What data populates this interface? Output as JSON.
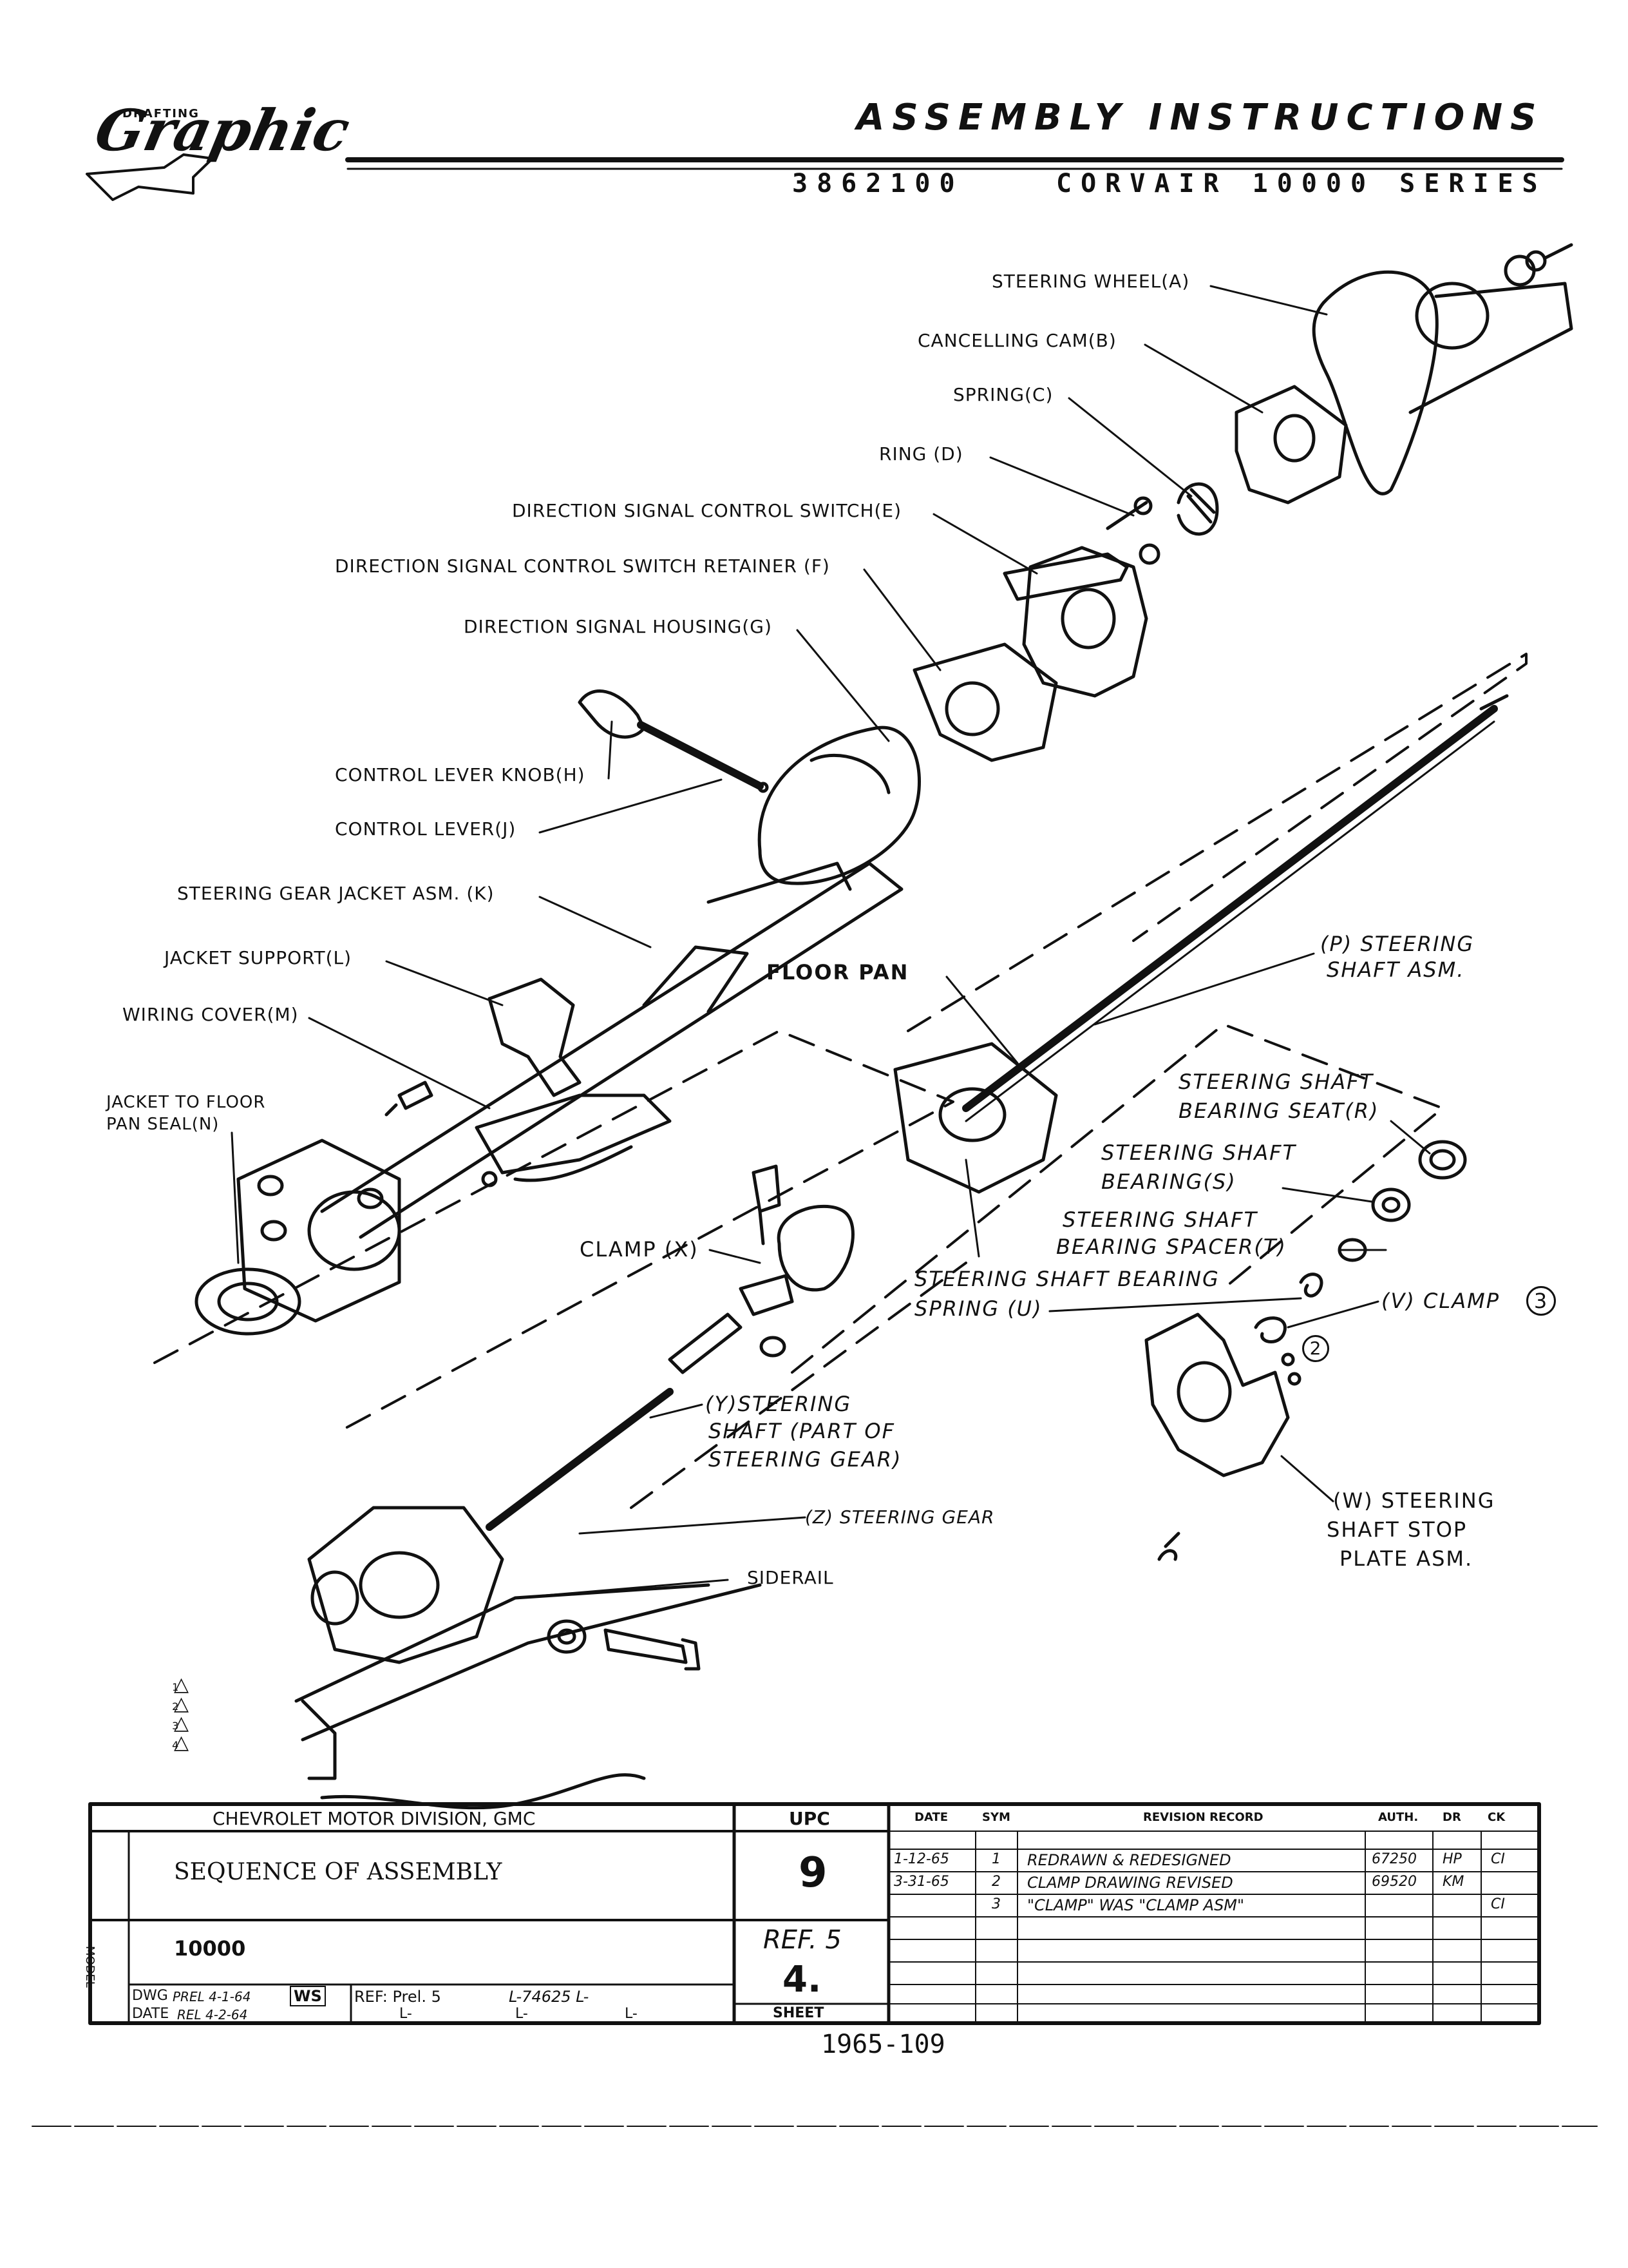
{
  "header": {
    "logo_small": "DRAFTING",
    "logo_word": "Graphic",
    "title": "ASSEMBLY INSTRUCTIONS",
    "part_number": "3862100",
    "series": "CORVAIR 10000 SERIES"
  },
  "labels": {
    "A": "STEERING WHEEL(A)",
    "B": "CANCELLING CAM(B)",
    "C": "SPRING(C)",
    "D": "RING (D)",
    "E": "DIRECTION SIGNAL CONTROL SWITCH(E)",
    "F": "DIRECTION SIGNAL CONTROL SWITCH RETAINER (F)",
    "G": "DIRECTION SIGNAL HOUSING(G)",
    "H": "CONTROL LEVER KNOB(H)",
    "J": "CONTROL LEVER(J)",
    "K": "STEERING GEAR JACKET ASM. (K)",
    "L": "JACKET SUPPORT(L)",
    "M": "WIRING COVER(M)",
    "N1": "JACKET TO FLOOR",
    "N2": "PAN SEAL(N)",
    "floor_pan": "FLOOR PAN",
    "P1": "(P) STEERING",
    "P2": "SHAFT ASM.",
    "R1": "STEERING SHAFT",
    "R2": "BEARING SEAT(R)",
    "S1": "STEERING SHAFT",
    "S2": "BEARING(S)",
    "T1": "STEERING SHAFT",
    "T2": "BEARING SPACER(T)",
    "U1": "STEERING SHAFT BEARING",
    "U2": "SPRING (U)",
    "V": "(V) CLAMP",
    "circle3": "3",
    "circle2": "2",
    "X": "CLAMP (X)",
    "Y1": "(Y)STEERING",
    "Y2": "SHAFT (PART OF",
    "Y3": "STEERING GEAR)",
    "Z": "(Z) STEERING GEAR",
    "siderail": "SIDERAIL",
    "W1": "(W) STEERING",
    "W2": "SHAFT STOP",
    "W3": "PLATE ASM.",
    "rev_triangles": [
      "1",
      "2",
      "3",
      "4"
    ]
  },
  "title_block": {
    "division": "CHEVROLET MOTOR DIVISION, GMC",
    "upc_header": "UPC",
    "title": "SEQUENCE OF ASSEMBLY",
    "upc_value": "9",
    "model_label": "MODEL",
    "model": "10000",
    "ref_label": "REF. 5",
    "sheet_value": "4.",
    "sheet_label": "SHEET",
    "dwg_label": "DWG",
    "dwg_value": "PREL 4-1-64",
    "date_label": "DATE",
    "date_value": "REL 4-2-64",
    "ws": "WS",
    "ref_text": "REF: Prel. 5",
    "l_ref": "L-74625 L-",
    "l_row2": [
      "L-",
      "L-",
      "L-"
    ],
    "revision_headers": [
      "DATE",
      "SYM",
      "REVISION RECORD",
      "AUTH.",
      "DR",
      "CK"
    ],
    "revisions": [
      {
        "date": "1-12-65",
        "sym": "1",
        "record": "REDRAWN & REDESIGNED",
        "auth": "67250",
        "dr": "HP",
        "ck": "CI"
      },
      {
        "date": "3-31-65",
        "sym": "2",
        "record": "CLAMP DRAWING REVISED",
        "auth": "69520",
        "dr": "KM",
        "ck": ""
      },
      {
        "date": "",
        "sym": "3",
        "record": "\"CLAMP\" WAS \"CLAMP ASM\"",
        "auth": "",
        "dr": "",
        "ck": "CI"
      }
    ]
  },
  "footer": "1965-109"
}
